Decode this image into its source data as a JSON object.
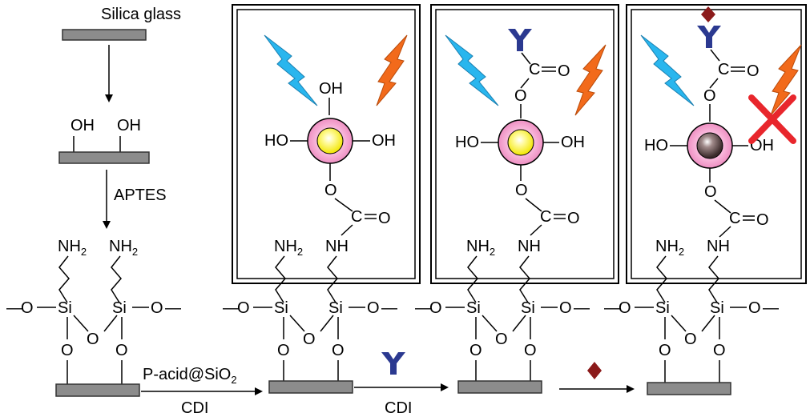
{
  "labels": {
    "silica_glass": "Silica glass",
    "oh": "OH",
    "aptes": "APTES",
    "nh2_base": "NH",
    "nh2_sub": "2",
    "nh": "NH",
    "ho": "HO",
    "si": "Si",
    "o": "O",
    "c": "C",
    "step2_reagent_main": "P-acid@SiO",
    "step2_reagent_sub": "2",
    "cdi": "CDI"
  },
  "colors": {
    "glass_plate": "#8c8c8c",
    "blue_flash": "#29b6ee",
    "orange_flash": "#f26a1b",
    "y_antibody": "#2b3990",
    "diamond_antigen": "#8b1a1a",
    "red_cross": "#e8262c",
    "particle_shell": "#f4a6d0",
    "particle_core_active": "#fff200",
    "particle_core_quenched": "#5a4040"
  },
  "icons": [
    "blue-lightning-icon",
    "orange-lightning-icon",
    "y-antibody-icon",
    "diamond-antigen-icon",
    "red-cross-icon"
  ]
}
